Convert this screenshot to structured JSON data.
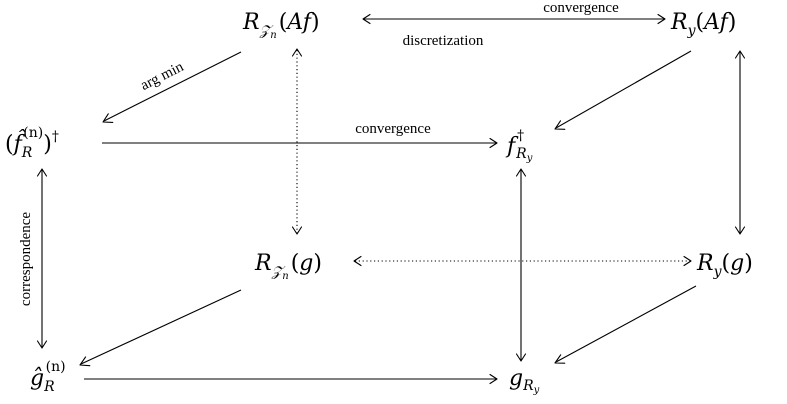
{
  "nodes": {
    "RZ_Af": {
      "R": "R",
      "sub": "𝒵",
      "subsub": "n",
      "open": "(",
      "arg": "Af",
      "close": ")"
    },
    "Ry_Af": {
      "R": "R",
      "sub": "y",
      "open": "(",
      "arg": "Af",
      "close": ")"
    },
    "f_hat": {
      "open": "(",
      "base": "f̂",
      "sub": "R",
      "sup": "(n)",
      "close": ")",
      "dagger": "†"
    },
    "f_dagger": {
      "base": "f",
      "sup": "†",
      "sub": "R",
      "subsub": "y"
    },
    "RZ_g": {
      "R": "R",
      "sub": "𝒵",
      "subsub": "n",
      "open": "(",
      "arg": "g",
      "close": ")"
    },
    "Ry_g": {
      "R": "R",
      "sub": "y",
      "open": "(",
      "arg": "g",
      "close": ")"
    },
    "g_hat": {
      "base": "ĝ",
      "sub": "R",
      "sup": "(n)"
    },
    "g_R": {
      "base": "g",
      "sub": "R",
      "subsub": "y"
    }
  },
  "edge_labels": {
    "top_convergence": "convergence",
    "top_discretization": "discretization",
    "argmin": "arg min",
    "middle_convergence": "convergence",
    "correspondence": "correspondence"
  }
}
